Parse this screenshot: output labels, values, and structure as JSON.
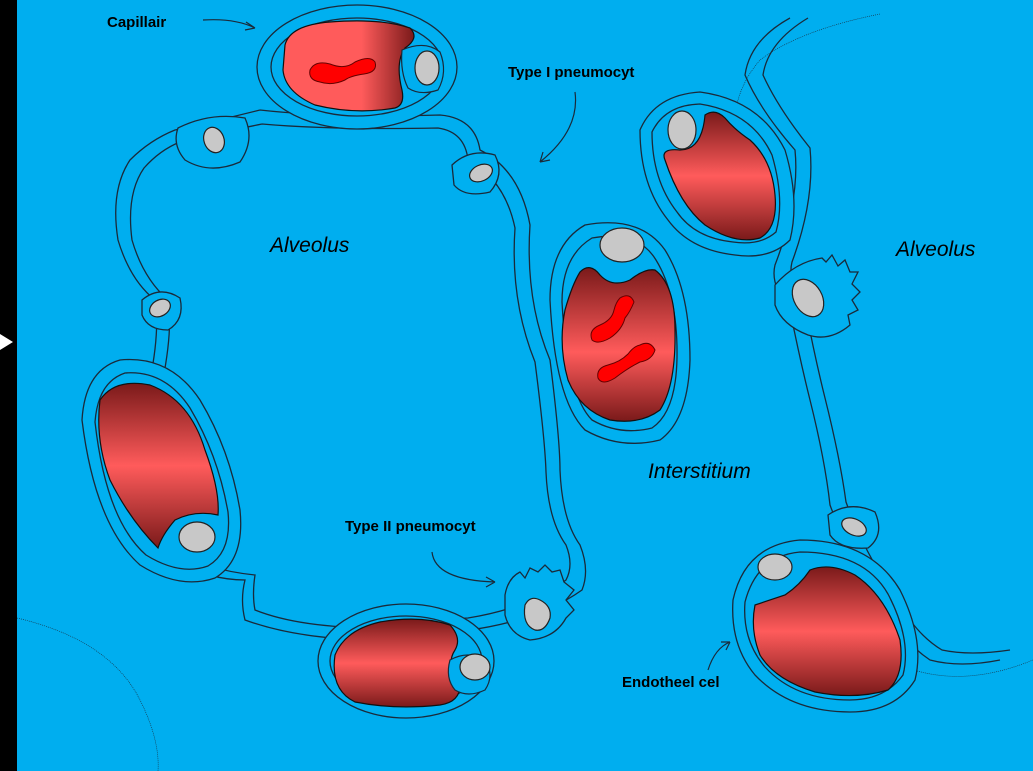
{
  "colors": {
    "background": "#00aeef",
    "frame": "#000000",
    "rbc_dark": "#7a1a1a",
    "rbc_light": "#ff5b5b",
    "nucleus": "#c8c8c8",
    "inclusion": "#ff0000"
  },
  "labels": {
    "capillair": "Capillair",
    "type1": "Type I pneumocyt",
    "type2": "Type II pneumocyt",
    "endotheel": "Endotheel cel",
    "alveolus_left": "Alveolus",
    "alveolus_right": "Alveolus",
    "interstitium": "Interstitium"
  },
  "icons": {
    "nav_marker": "play-triangle-icon"
  }
}
